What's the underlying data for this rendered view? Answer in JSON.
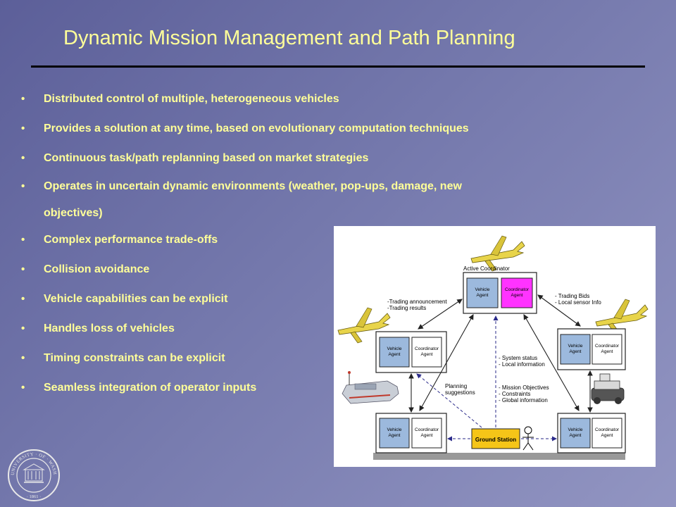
{
  "slide": {
    "title": "Dynamic Mission Management and Path Planning",
    "bullets_top": [
      "Distributed control of multiple, heterogeneous vehicles",
      "Provides a solution at any time, based on evolutionary computation techniques",
      "Continuous task/path replanning  based on market strategies",
      "Operates in uncertain dynamic environments (weather, pop-ups, damage, new",
      "objectives)"
    ],
    "bullets_bottom": [
      "Complex performance trade-offs",
      "Collision avoidance",
      "Vehicle capabilities can be explicit",
      "Handles loss of vehicles",
      "Timing constraints can be explicit",
      "Seamless integration of operator inputs"
    ]
  },
  "diagram": {
    "active_coordinator": "Active Coordinator",
    "vehicle_agent_line1": "Vehicle",
    "vehicle_agent_line2": "Agent",
    "coordinator_agent_line1": "Coordinator",
    "coordinator_agent_line2": "Agent",
    "trading_announcement": "-Trading announcement",
    "trading_results": "-Trading results",
    "trading_bids": "- Trading Bids",
    "local_sensor_info": "- Local sensor Info",
    "system_status": "- System status",
    "local_information": "- Local information",
    "planning": "Planning",
    "suggestions": "suggestions",
    "mission_objectives": "- Mission Objectives",
    "constraints": "- Constraints",
    "global_information": "- Global information",
    "ground_station": "Ground Station"
  },
  "colors": {
    "background": "#6e72a8",
    "text": "#ffff99",
    "vehicle_agent": "#9cb9dd",
    "active_coordinator_agent": "#ff33ff",
    "ground_station": "#f5c518",
    "aircraft": "#e8d44a"
  },
  "seal_text": "UNIVERSITY OF WASHINGTON 1861"
}
